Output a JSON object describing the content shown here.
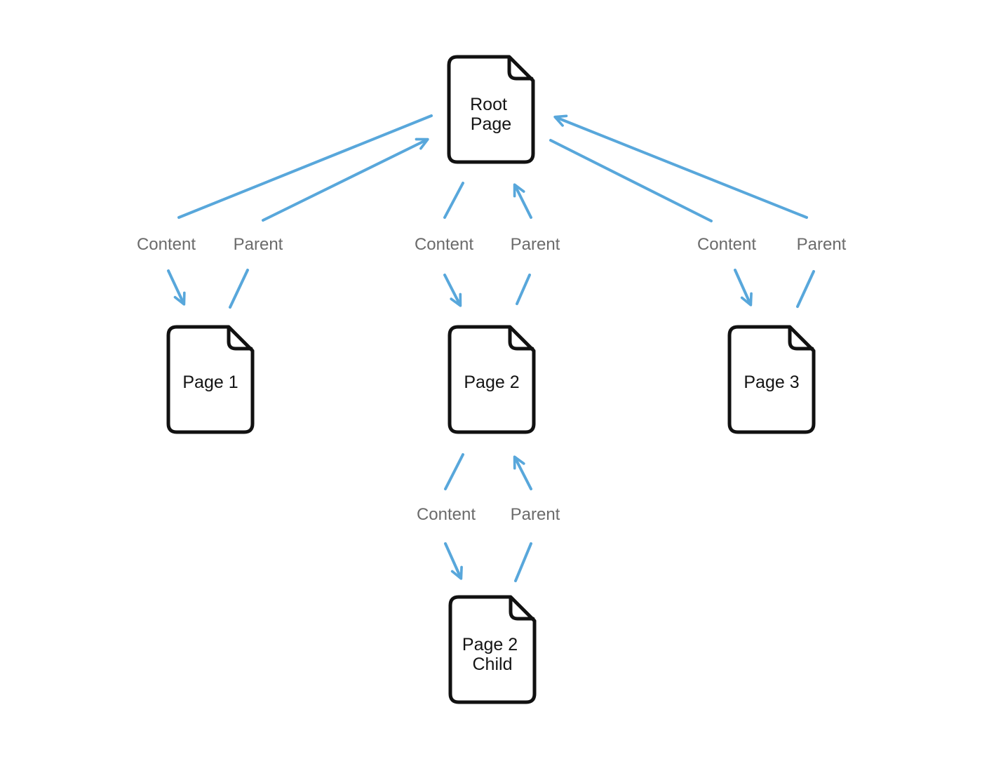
{
  "diagram": {
    "background": "#ffffff",
    "colors": {
      "arrow": "#58a7db",
      "label_text": "#6b6b6b",
      "node_stroke": "#111111",
      "node_text": "#141414"
    },
    "nodes": {
      "root": {
        "label": "Root Page",
        "lines": [
          "Root",
          "Page"
        ]
      },
      "page1": {
        "label": "Page 1",
        "lines": [
          "Page 1"
        ]
      },
      "page2": {
        "label": "Page 2",
        "lines": [
          "Page 2"
        ]
      },
      "page3": {
        "label": "Page 3",
        "lines": [
          "Page 3"
        ]
      },
      "page2child": {
        "label": "Page 2 Child",
        "lines": [
          "Page 2",
          "Child"
        ]
      }
    },
    "link_labels": {
      "root_page1": {
        "content": "Content",
        "parent": "Parent"
      },
      "root_page2": {
        "content": "Content",
        "parent": "Parent"
      },
      "root_page3": {
        "content": "Content",
        "parent": "Parent"
      },
      "page2_page2child": {
        "content": "Content",
        "parent": "Parent"
      }
    },
    "edges": [
      {
        "between": [
          "Root Page",
          "Page 1"
        ],
        "content_arrow_points_to": "Page 1",
        "parent_arrow_points_to": "Root Page"
      },
      {
        "between": [
          "Root Page",
          "Page 2"
        ],
        "content_arrow_points_to": "Page 2",
        "parent_arrow_points_to": "Root Page"
      },
      {
        "between": [
          "Root Page",
          "Page 3"
        ],
        "content_arrow_points_to": "Page 3",
        "parent_arrow_points_to": "Root Page"
      },
      {
        "between": [
          "Page 2",
          "Page 2 Child"
        ],
        "content_arrow_points_to": "Page 2 Child",
        "parent_arrow_points_to": "Page 2"
      }
    ]
  }
}
